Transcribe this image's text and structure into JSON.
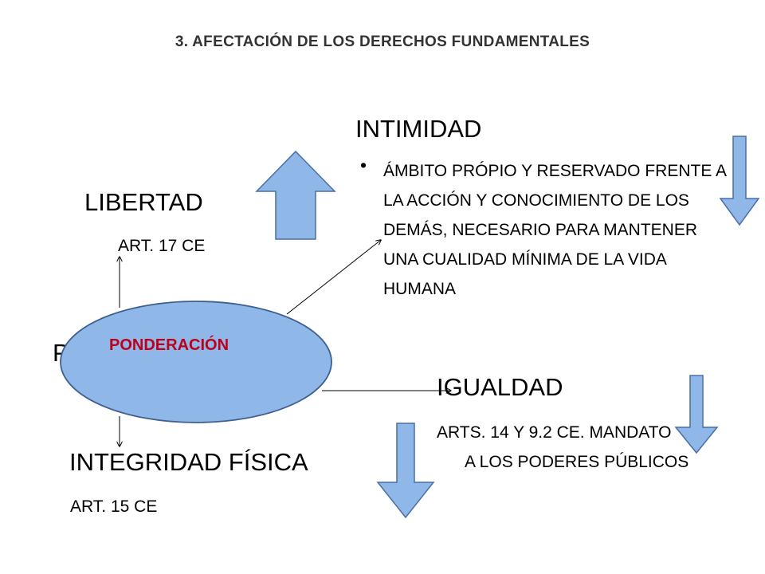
{
  "title": "3. AFECTACIÓN DE LOS DERECHOS FUNDAMENTALES",
  "intimidad": {
    "heading": "INTIMIDAD",
    "bullet": "ÁMBITO PRÓPIO Y RESERVADO FRENTE A LA ACCIÓN Y CONOCIMIENTO DE LOS DEMÁS, NECESARIO PARA MANTENER UNA CUALIDAD MÍNIMA DE LA VIDA HUMANA"
  },
  "libertad": {
    "heading": "LIBERTAD",
    "ref": "ART. 17 CE"
  },
  "igualdad": {
    "heading": "IGUALDAD",
    "ref_line1": "ARTS. 14 Y 9.2 CE. MANDATO",
    "ref_line2": "A LOS PODERES PÚBLICOS"
  },
  "integridad": {
    "heading": "INTEGRIDAD FÍSICA",
    "ref": "ART. 15 CE"
  },
  "center": {
    "label": "PONDERACIÓN",
    "hidden_letter": "P"
  },
  "colors": {
    "block_arrow_fill": "#8fb7e8",
    "block_arrow_stroke": "#4a6fa5",
    "oval_fill": "#8fb7e8",
    "oval_stroke": "#3f5f8f",
    "center_label": "#c0001a"
  },
  "icons": {
    "block_arrow_up": "up-arrow-icon",
    "block_arrow_down": "down-arrow-icon"
  }
}
